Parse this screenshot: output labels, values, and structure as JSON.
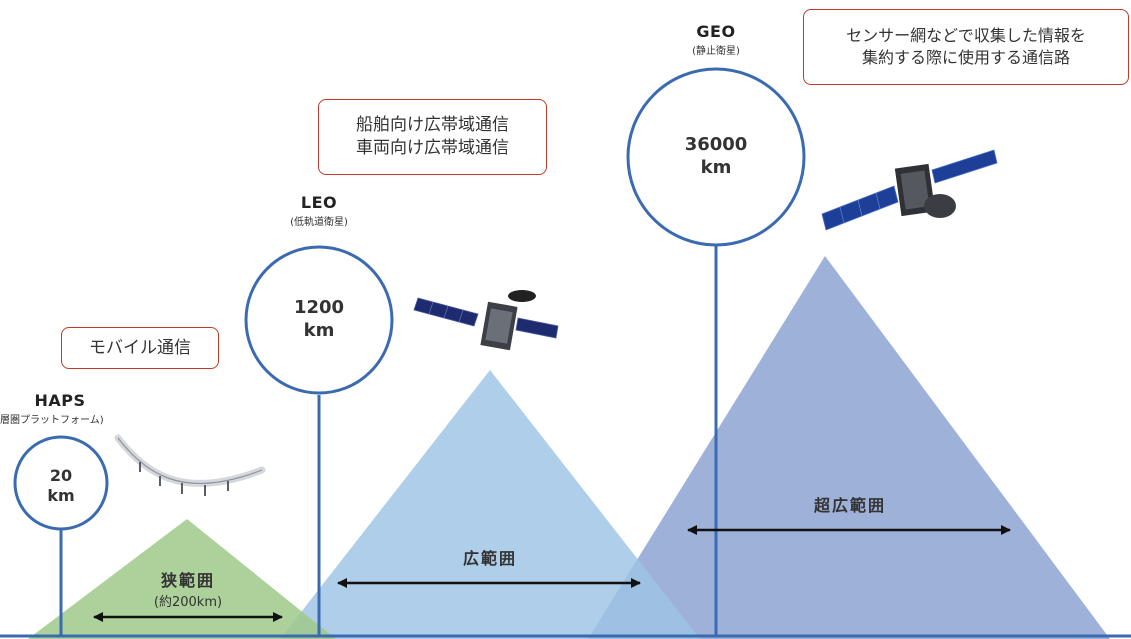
{
  "colors": {
    "circle_stroke": "#3a6bb1",
    "leader_line": "#3a6bb1",
    "baseline": "#3a6bb1",
    "haps_cone": "#9fc98a",
    "leo_cone": "#9ec3e4",
    "geo_cone": "#7d97cc",
    "callout_border": "#c0392b"
  },
  "haps": {
    "name": "HAPS",
    "sub": "層圏プラットフォーム)",
    "altitude_value": "20",
    "altitude_unit": "km",
    "usage": "モバイル通信",
    "range_label": "狭範囲",
    "range_sub": "(約200km)",
    "craft_icon": "haps-aircraft-icon"
  },
  "leo": {
    "name": "LEO",
    "sub": "(低軌道衛星)",
    "altitude_value": "1200",
    "altitude_unit": "km",
    "usage_line1": "船舶向け広帯域通信",
    "usage_line2": "車両向け広帯域通信",
    "range_label": "広範囲",
    "craft_icon": "leo-satellite-icon"
  },
  "geo": {
    "name": "GEO",
    "sub": "(静止衛星)",
    "altitude_value": "36000",
    "altitude_unit": "km",
    "usage_line1": "センサー網などで収集した情報を",
    "usage_line2": "集約する際に使用する通信路",
    "range_label": "超広範囲",
    "craft_icon": "geo-satellite-icon"
  }
}
